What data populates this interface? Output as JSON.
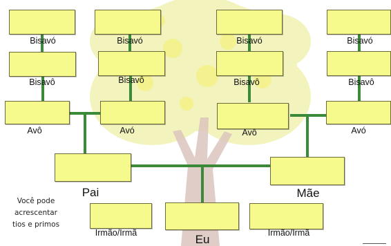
{
  "colors": {
    "box_fill": "#f6fa8c",
    "connector": "#3a8a3a",
    "tree_foliage": "#e9ec9a",
    "tree_trunk": "#d8bfb7"
  },
  "labels": {
    "bisavo": "Bisavó",
    "bisavo_m": "Bisavô",
    "avo_f": "Avó",
    "avo_m": "Avô",
    "pai": "Pai",
    "mae": "Mãe",
    "eu": "Eu",
    "irmao": "Irmão/Irmã"
  },
  "note": {
    "line1": "Você pode",
    "line2": "acrescentar",
    "line3": "tios e primos"
  }
}
